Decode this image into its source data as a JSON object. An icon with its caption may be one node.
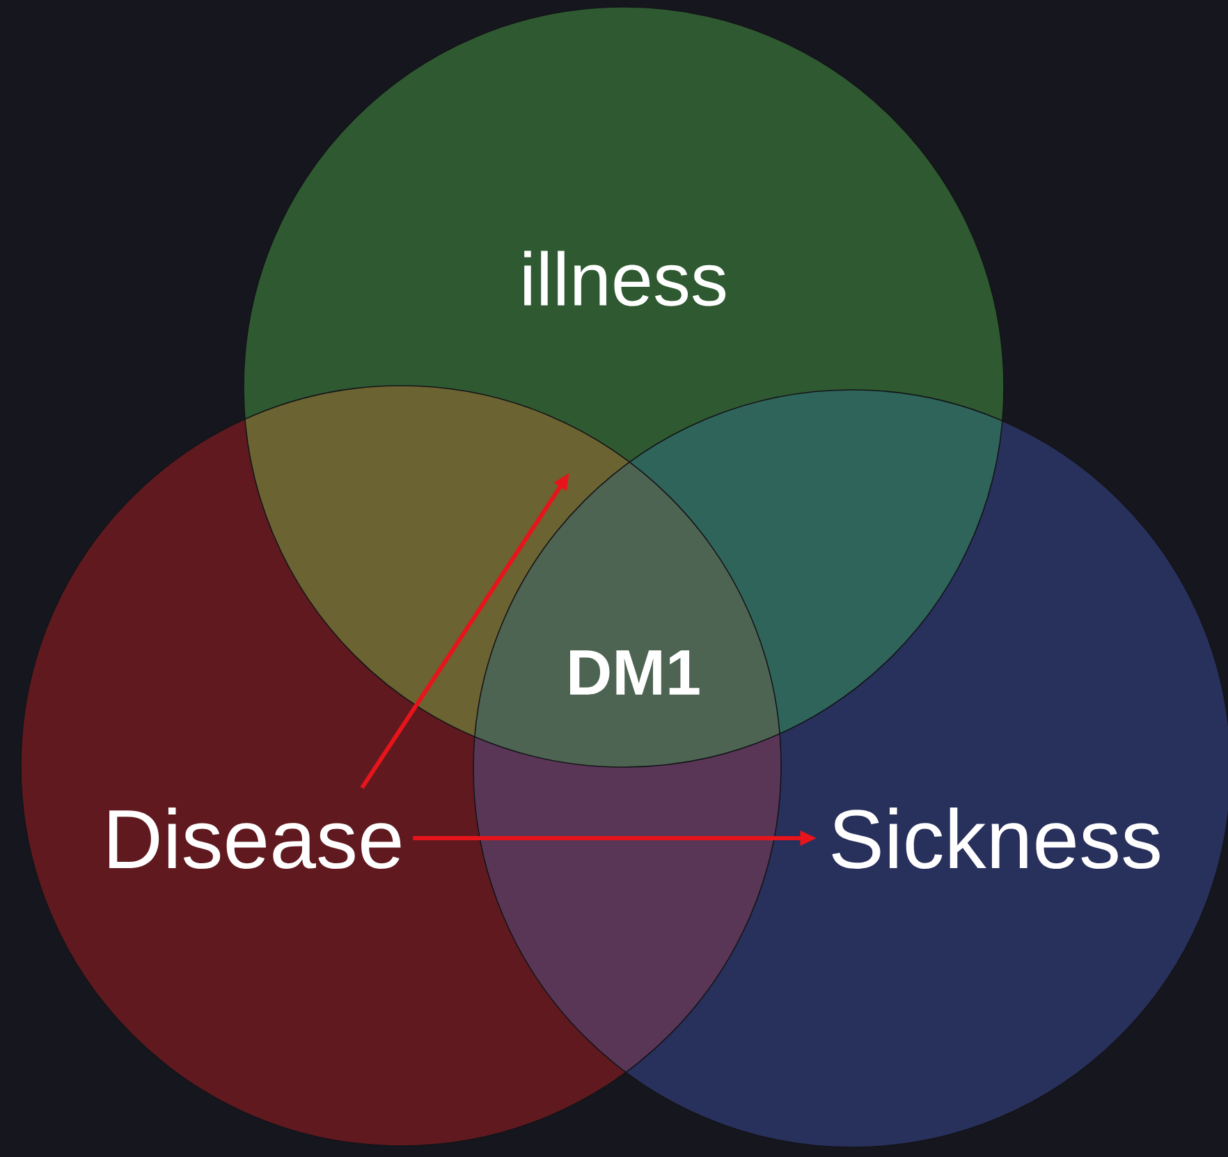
{
  "diagram": {
    "nodes": [
      {
        "text": [
          "illness"
        ]
      },
      {
        "text": [
          "Disease"
        ]
      },
      {
        "text": [
          "Sickness"
        ]
      }
    ],
    "edges": [
      {
        "from": 1,
        "to": 2,
        "arrow": "to"
      },
      {
        "from": 1,
        "to": null,
        "arrow": "to"
      }
    ],
    "labels": [
      "DM1"
    ]
  }
}
